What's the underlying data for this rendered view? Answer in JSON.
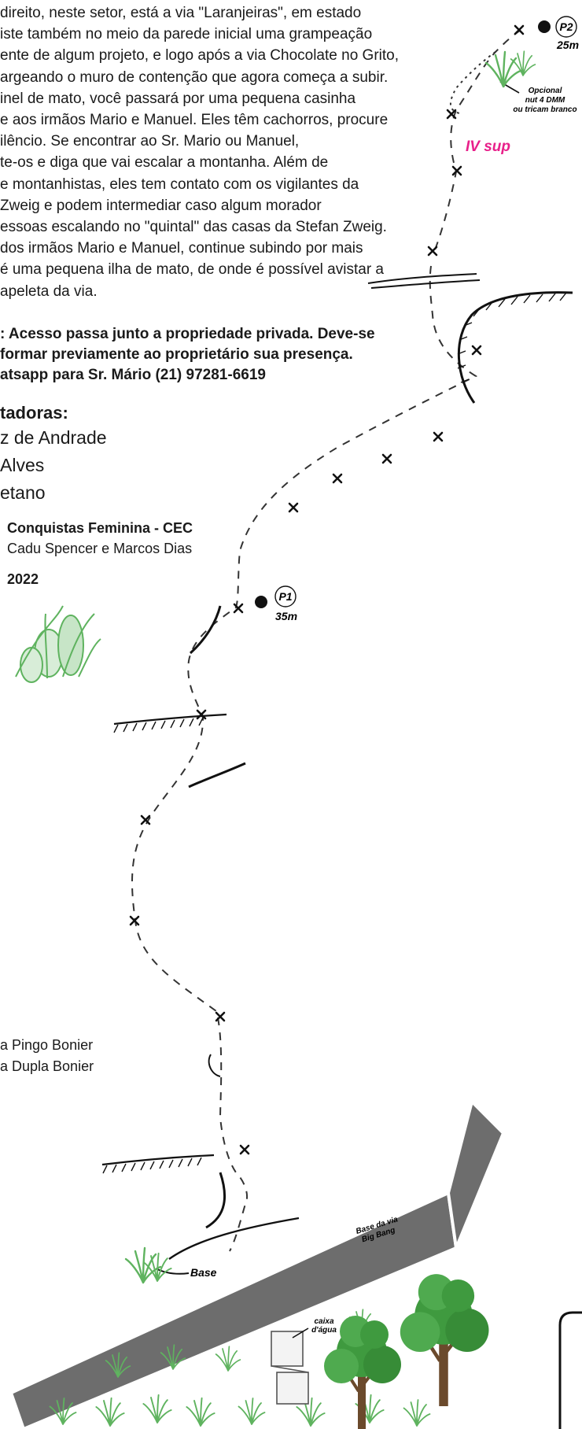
{
  "description_lines": [
    "direito, neste setor, está a via \"Laranjeiras\", em estado",
    "iste também no meio da parede inicial uma grampeação",
    "ente de algum projeto, e logo após a via Chocolate no Grito,",
    "argeando o muro de contenção que agora começa a subir.",
    "inel de mato, você passará por uma pequena casinha",
    "e aos irmãos Mario e Manuel. Eles têm cachorros, procure",
    "ilêncio. Se encontrar ao Sr. Mario ou Manuel,",
    "te-os e diga que vai escalar a montanha. Além de",
    "e montanhistas, eles tem contato com os vigilantes da",
    "Zweig e podem intermediar caso algum morador",
    "essoas escalando no \"quintal\" das casas da Stefan Zweig.",
    "dos irmãos Mario e Manuel, continue subindo por mais",
    "é uma pequena ilha de mato, de onde é possível avistar a",
    "apeleta da via."
  ],
  "warning_lines": [
    ": Acesso passa junto a propriedade privada. Deve-se",
    "formar previamente ao proprietário sua presença.",
    "atsapp para Sr. Mário (21) 97281-6619"
  ],
  "authors": {
    "heading": "tadoras:",
    "names": [
      "z de Andrade",
      "Alves",
      "etano"
    ]
  },
  "project": {
    "title": "Conquistas Feminina - CEC",
    "team": "Cadu Spencer e Marcos Dias",
    "year": "2022"
  },
  "legend": [
    "a Pingo Bonier",
    "a Dupla Bonier"
  ],
  "topo": {
    "p2": {
      "label": "P2",
      "length": "25m"
    },
    "p1": {
      "label": "P1",
      "length": "35m"
    },
    "grade": "IV sup",
    "optional_note": [
      "Opcional",
      "nut 4 DMM",
      "ou tricam branco"
    ],
    "base_label": "Base",
    "base_route_label": [
      "Base da via",
      "Big Bang"
    ],
    "water_tank_label": [
      "caixa",
      "d'água"
    ]
  },
  "colors": {
    "text": "#1a1a1a",
    "grade_pink": "#e8208a",
    "plant_green": "#5fb35f",
    "road_gray": "#6d6d6d",
    "tree_green": "#3f9a3f",
    "trunk": "#6b4a2c"
  }
}
